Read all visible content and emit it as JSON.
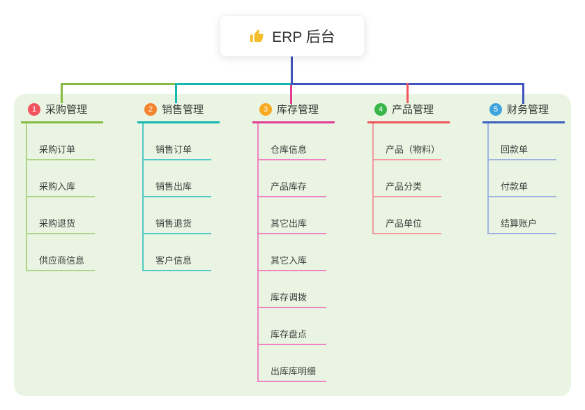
{
  "root": {
    "title": "ERP 后台",
    "icon": "thumbs-up-icon"
  },
  "branches": [
    {
      "number": "1",
      "title": "采购管理",
      "badge_color": "#F2545F",
      "line_color": "#85BB40",
      "light_color": "#ACD489",
      "items": [
        "采购订单",
        "采购入库",
        "采购退货",
        "供应商信息"
      ]
    },
    {
      "number": "2",
      "title": "销售管理",
      "badge_color": "#F5822D",
      "line_color": "#14B8B1",
      "light_color": "#52C9C4",
      "items": [
        "销售订单",
        "销售出库",
        "销售退货",
        "客户信息"
      ]
    },
    {
      "number": "3",
      "title": "库存管理",
      "badge_color": "#F9A91E",
      "line_color": "#E23C96",
      "light_color": "#EE82C3",
      "items": [
        "仓库信息",
        "产品库存",
        "其它出库",
        "其它入库",
        "库存调拨",
        "库存盘点",
        "出库库明细"
      ]
    },
    {
      "number": "4",
      "title": "产品管理",
      "badge_color": "#39B54A",
      "line_color": "#F0545B",
      "light_color": "#F59A9E",
      "items": [
        "产品（物料）",
        "产品分类",
        "产品单位"
      ]
    },
    {
      "number": "5",
      "title": "财务管理",
      "badge_color": "#3FA4DE",
      "line_color": "#3E5FC0",
      "light_color": "#9FB3E3",
      "items": [
        "回款单",
        "付款单",
        "结算账户"
      ]
    }
  ],
  "colors": {
    "page_bg": "#ffffff",
    "panel_bg": "#E9F5E2",
    "root_line": "#4053BE",
    "green": "#85BB40",
    "teal": "#14B8B1",
    "magenta": "#E23C96",
    "red": "#F0545B",
    "blue": "#4053BE",
    "thumb_yellow": "#F4BE2A"
  }
}
